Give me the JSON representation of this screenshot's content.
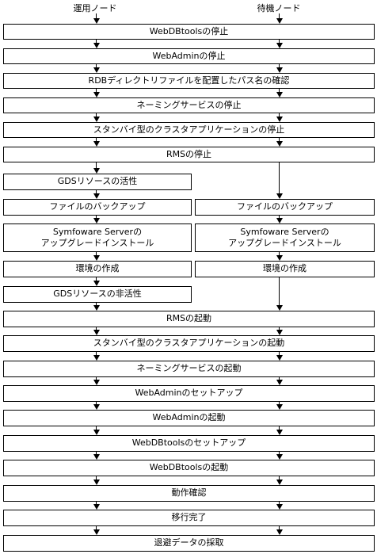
{
  "columns": {
    "active": "運用ノード",
    "standby": "待機ノード"
  },
  "steps": {
    "s1": "WebDBtoolsの停止",
    "s2": "WebAdminの停止",
    "s3": "RDBディレクトリファイルを配置したパス名の確認",
    "s4": "ネーミングサービスの停止",
    "s5": "スタンバイ型のクラスタアプリケーションの停止",
    "s6": "RMSの停止",
    "s7": "GDSリソースの活性",
    "s8a": "ファイルのバックアップ",
    "s8b": "ファイルのバックアップ",
    "s9a": "Symfoware Serverの\nアップグレードインストール",
    "s9b": "Symfoware Serverの\nアップグレードインストール",
    "s10a": "環境の作成",
    "s10b": "環境の作成",
    "s11": "GDSリソースの非活性",
    "s12": "RMSの起動",
    "s13": "スタンバイ型のクラスタアプリケーションの起動",
    "s14": "ネーミングサービスの起動",
    "s15": "WebAdminのセットアップ",
    "s16": "WebAdminの起動",
    "s17": "WebDBtoolsのセットアップ",
    "s18": "WebDBtoolsの起動",
    "s19": "動作確認",
    "s20": "移行完了",
    "s21": "退避データの採取"
  }
}
